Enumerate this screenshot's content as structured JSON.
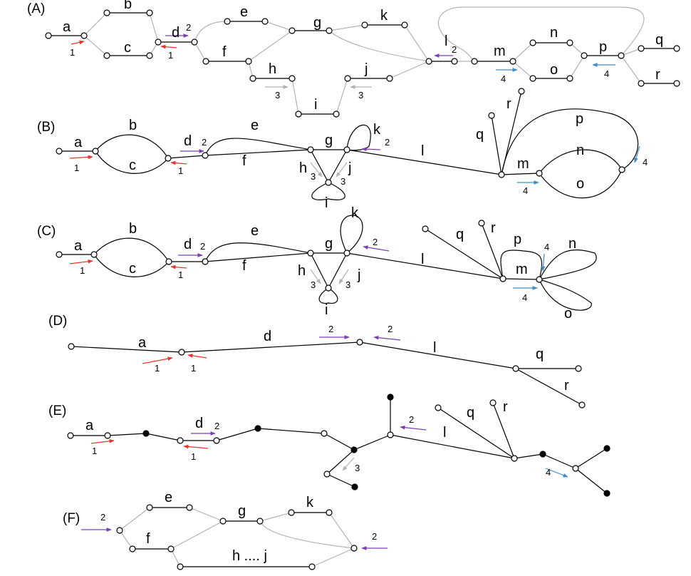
{
  "colors": {
    "red": "#e8352b",
    "purple": "#7a3fb0",
    "blue": "#3d8cc8",
    "gray": "#b3b3b3",
    "black": "#000000"
  },
  "panels": {
    "A": {
      "title": "(A)",
      "labels": {
        "a": "a",
        "b": "b",
        "c": "c",
        "d": "d",
        "e": "e",
        "f": "f",
        "g": "g",
        "h": "h",
        "i": "i",
        "j": "j",
        "k": "k",
        "l": "l",
        "m": "m",
        "n": "n",
        "o": "o",
        "p": "p",
        "q": "q",
        "r": "r"
      },
      "numbers": {
        "red_a": "1",
        "red_b": "1",
        "purple_a": "2",
        "purple_b": "2",
        "gray_a": "3",
        "gray_b": "3",
        "blue_a": "4",
        "blue_b": "4"
      }
    },
    "B": {
      "title": "(B)",
      "labels": {
        "a": "a",
        "b": "b",
        "c": "c",
        "d": "d",
        "e": "e",
        "f": "f",
        "g": "g",
        "h": "h",
        "i": "i",
        "j": "j",
        "k": "k",
        "l": "l",
        "m": "m",
        "n": "n",
        "o": "o",
        "p": "p",
        "q": "q",
        "r": "r"
      },
      "numbers": {
        "red_a": "1",
        "red_b": "1",
        "purple_a": "2",
        "purple_b": "2",
        "gray_a": "3",
        "gray_b": "3",
        "blue_a": "4",
        "blue_b": "4"
      }
    },
    "C": {
      "title": "(C)",
      "labels": {
        "a": "a",
        "b": "b",
        "c": "c",
        "d": "d",
        "e": "e",
        "f": "f",
        "g": "g",
        "h": "h",
        "i": "i",
        "j": "j",
        "k": "k",
        "l": "l",
        "m": "m",
        "n": "n",
        "o": "o",
        "p": "p",
        "q": "q",
        "r": "r"
      },
      "numbers": {
        "red_a": "1",
        "red_b": "1",
        "purple_a": "2",
        "purple_b": "2",
        "gray_a": "3",
        "gray_b": "3",
        "blue_a": "4",
        "blue_b": "4"
      }
    },
    "D": {
      "title": "(D)",
      "labels": {
        "a": "a",
        "d": "d",
        "l": "l",
        "q": "q",
        "r": "r"
      },
      "numbers": {
        "red_a": "1",
        "red_b": "1",
        "purple_a": "2",
        "purple_b": "2"
      }
    },
    "E": {
      "title": "(E)",
      "labels": {
        "a": "a",
        "d": "d",
        "l": "l",
        "q": "q",
        "r": "r"
      },
      "numbers": {
        "red_a": "1",
        "red_b": "1",
        "purple_a": "2",
        "purple_b": "2",
        "gray_a": "3",
        "blue_a": "4"
      }
    },
    "F": {
      "title": "(F)",
      "labels": {
        "e": "e",
        "f": "f",
        "g": "g",
        "k": "k",
        "hj": "h .... j"
      },
      "numbers": {
        "purple_a": "2",
        "purple_b": "2"
      }
    }
  }
}
